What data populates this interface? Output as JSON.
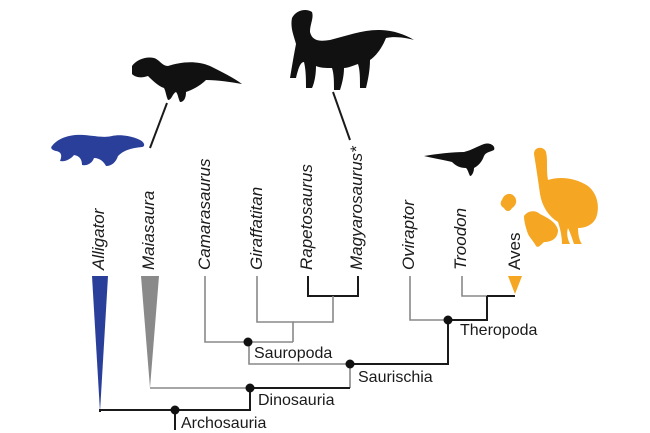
{
  "taxa": {
    "alligator": "Alligator",
    "maiasaura": "Maiasaura",
    "camarasaurus": "Camarasaurus",
    "giraffatitan": "Giraffatitan",
    "rapetosaurus": "Rapetosaurus",
    "magyarosaurus": "Magyarosaurus*",
    "oviraptor": "Oviraptor",
    "troodon": "Troodon",
    "aves": "Aves"
  },
  "clades": {
    "theropoda": "Theropoda",
    "sauropoda": "Sauropoda",
    "saurischia": "Saurischia",
    "dinosauria": "Dinosauria",
    "archosauria": "Archosauria"
  },
  "colors": {
    "alligator": "#2a3f9a",
    "maiasaura": "#8a8a8a",
    "aves": "#f5a623",
    "silhouette": "#111111"
  }
}
